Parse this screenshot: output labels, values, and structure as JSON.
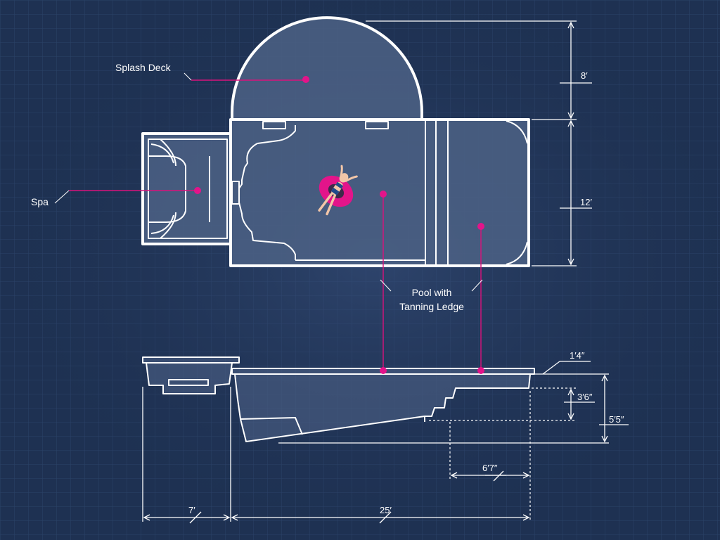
{
  "labels": {
    "splash_deck": "Splash Deck",
    "spa": "Spa",
    "pool_line1": "Pool with",
    "pool_line2": "Tanning Ledge"
  },
  "dimensions": {
    "deck_depth": "8′",
    "pool_width": "12′",
    "ledge_depth": "1′4″",
    "shallow_depth": "3′6″",
    "deep_depth": "5′5″",
    "step_length": "6′7″",
    "spa_length": "7′",
    "pool_length": "25′"
  },
  "colors": {
    "background": "#1e3152",
    "grid": "#2b4268",
    "line": "#ffffff",
    "water": "#4c6185",
    "accent": "#e3148a"
  },
  "icons": {
    "swimmer": "person-on-inner-tube"
  }
}
